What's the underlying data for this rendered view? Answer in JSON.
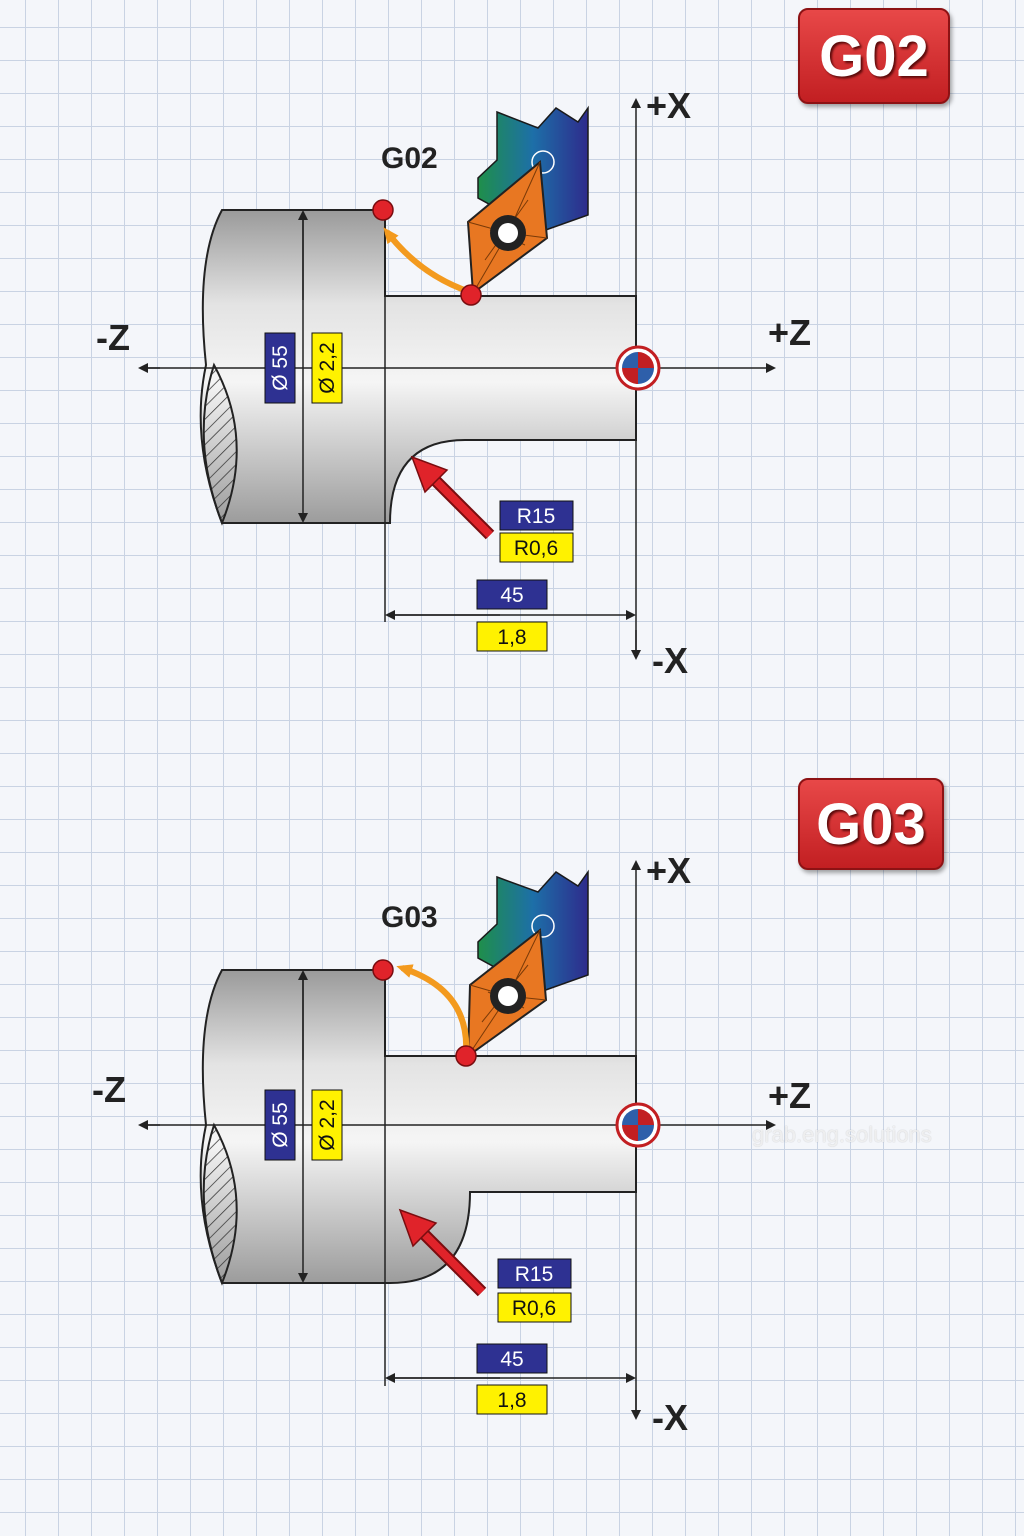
{
  "panels": [
    {
      "badge": "G02",
      "code_label": "G02",
      "axis_plus_x": "+X",
      "axis_minus_x": "-X",
      "axis_plus_z": "+Z",
      "axis_minus_z": "-Z",
      "dia_blue": "Ø 55",
      "dia_yellow": "Ø 2,2",
      "radius_blue": "R15",
      "radius_yellow": "R0,6",
      "length_blue": "45",
      "length_yellow": "1,8"
    },
    {
      "badge": "G03",
      "code_label": "G03",
      "axis_plus_x": "+X",
      "axis_minus_x": "-X",
      "axis_plus_z": "+Z",
      "axis_minus_z": "-Z",
      "dia_blue": "Ø 55",
      "dia_yellow": "Ø 2,2",
      "radius_blue": "R15",
      "radius_yellow": "R0,6",
      "length_blue": "45",
      "length_yellow": "1,8"
    }
  ],
  "watermark": "grab.eng.solutions",
  "colors": {
    "badge_red": "#d12a2c",
    "label_blue": "#2e3192",
    "label_yellow": "#fff200",
    "arc_orange": "#f39a1e",
    "point_red": "#e0232a",
    "insert_orange": "#e87722"
  }
}
